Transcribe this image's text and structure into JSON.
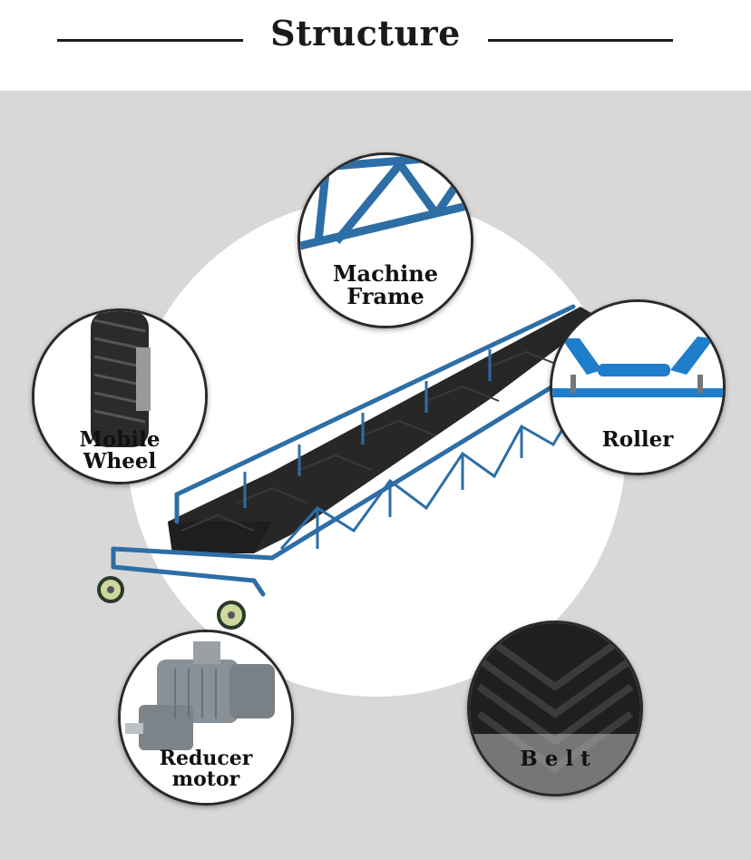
{
  "header": {
    "title": "Structure"
  },
  "callouts": {
    "machine_frame": {
      "line1": "Machine",
      "line2": "Frame"
    },
    "mobile_wheel": {
      "line1": "Mobile",
      "line2": "Wheel"
    },
    "roller": {
      "label": "Roller"
    },
    "reducer_motor": {
      "line1": "Reducer",
      "line2": "motor"
    },
    "belt": {
      "label": "B e l t"
    }
  },
  "colors": {
    "frame_blue": "#2d6ea6",
    "belt_dark": "#262626",
    "background_gray": "#d8d8d8",
    "roller_blue": "#1f7ecb",
    "motor_gray": "#8a9196"
  }
}
